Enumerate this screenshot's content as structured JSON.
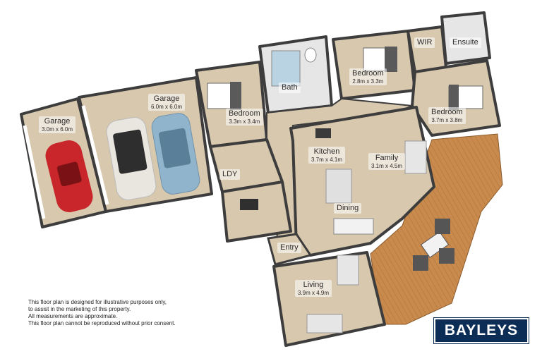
{
  "rooms": {
    "garage_single": {
      "name": "Garage",
      "dims": "3.0m x 6.0m"
    },
    "garage_double": {
      "name": "Garage",
      "dims": "6.0m x 6.0m"
    },
    "bedroom_left": {
      "name": "Bedroom",
      "dims": "3.3m x 3.4m"
    },
    "bath": {
      "name": "Bath"
    },
    "bedroom_mid": {
      "name": "Bedroom",
      "dims": "2.8m x 3.3m"
    },
    "wir": {
      "name": "WIR"
    },
    "ensuite": {
      "name": "Ensuite"
    },
    "bedroom_right": {
      "name": "Bedroom",
      "dims": "3.7m x 3.8m"
    },
    "kitchen": {
      "name": "Kitchen",
      "dims": "3.7m x 4.1m"
    },
    "family": {
      "name": "Family",
      "dims": "3.1m x 4.5m"
    },
    "ldy": {
      "name": "LDY"
    },
    "dining": {
      "name": "Dining"
    },
    "entry": {
      "name": "Entry"
    },
    "living": {
      "name": "Living",
      "dims": "3.9m x 4.9m"
    }
  },
  "disclaimer": [
    "This floor plan is designed for illustrative purposes only,",
    "to assist in the marketing of this property.",
    "All measurements are approximate.",
    "This floor plan cannot be reproduced without prior consent."
  ],
  "logo": {
    "text": "BAYLEYS"
  },
  "colors": {
    "floor": "#d8c8ae",
    "wall": "#3d3d3d",
    "deck": "#c98a4e",
    "tile": "#e6e6e6",
    "logo_bg": "#0c2d55",
    "car_red": "#c8262b",
    "car_white": "#e9e6df",
    "car_blue": "#8fb4cc"
  }
}
